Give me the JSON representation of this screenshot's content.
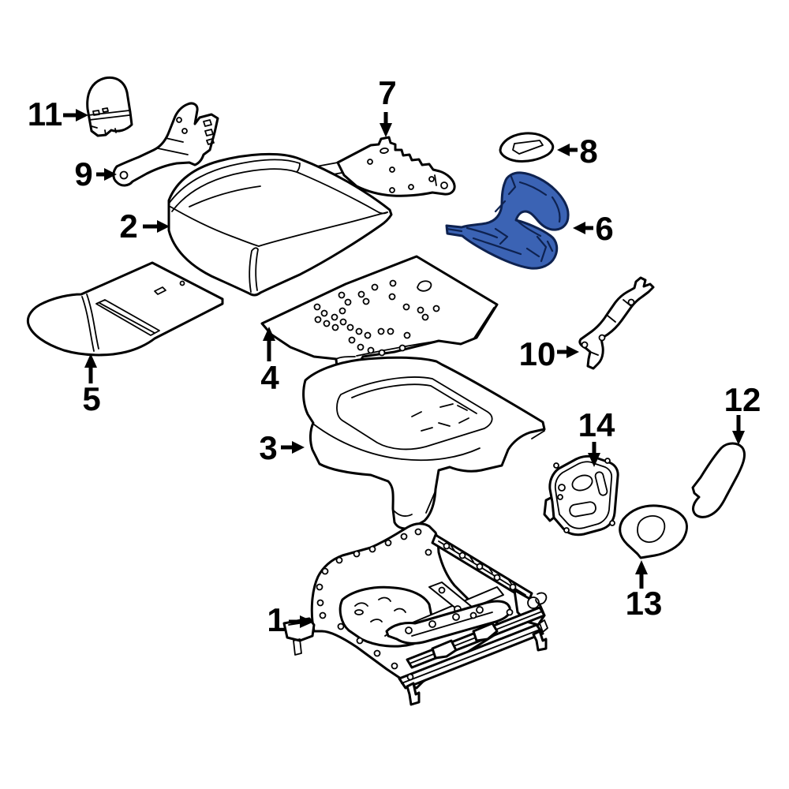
{
  "diagram": {
    "background_color": "#ffffff",
    "line_color": "#000000",
    "highlight_fill": "#3b63b4",
    "highlight_line": "#0e2250",
    "highlighted_callout": "6",
    "callouts": [
      {
        "label": "1"
      },
      {
        "label": "2"
      },
      {
        "label": "3"
      },
      {
        "label": "4"
      },
      {
        "label": "5"
      },
      {
        "label": "6"
      },
      {
        "label": "7"
      },
      {
        "label": "8"
      },
      {
        "label": "9"
      },
      {
        "label": "10"
      },
      {
        "label": "11"
      },
      {
        "label": "12"
      },
      {
        "label": "13"
      },
      {
        "label": "14"
      }
    ]
  }
}
